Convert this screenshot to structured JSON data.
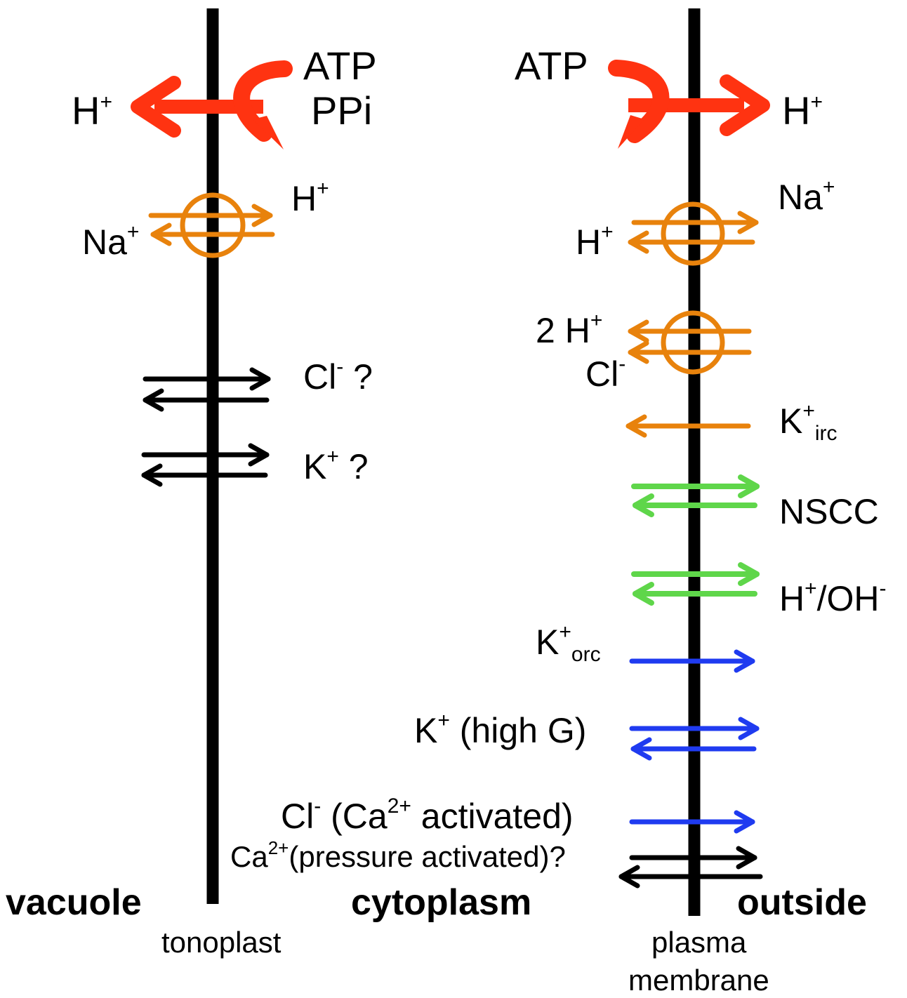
{
  "diagram": {
    "compartments": {
      "left": "vacuole",
      "middle": "cytoplasm",
      "right": "outside"
    },
    "membranes": {
      "left": "tonoplast",
      "right_line1": "plasma",
      "right_line2": "membrane"
    },
    "tonoplast": {
      "pump_substrate_1": "ATP",
      "pump_substrate_2": "PPi",
      "pump_ion": "H",
      "antiport_ion_out": "H",
      "antiport_ion_in": "Na",
      "channel_1_ion": "Cl",
      "channel_1_q": "?",
      "channel_2_ion": "K",
      "channel_2_q": "?"
    },
    "plasma_membrane": {
      "pump_substrate": "ATP",
      "pump_ion": "H",
      "antiport_ion_out": "Na",
      "antiport_ion_in": "H",
      "symport_ion_1": "2 H",
      "symport_ion_2": "Cl",
      "k_irc": "K",
      "k_irc_sub": "irc",
      "nscc": "NSCC",
      "h_oh_a": "H",
      "h_oh_b": "/OH",
      "k_orc": "K",
      "k_orc_sub": "orc",
      "k_high_g_ion": "K",
      "k_high_g_text": " (high G)",
      "cl_ca_ion": "Cl",
      "cl_ca_text": " (Ca",
      "cl_ca_text2": " activated)",
      "ca_pressure_ion": "Ca",
      "ca_pressure_text": "(pressure activated)?"
    },
    "charges": {
      "plus": "+",
      "minus": "-",
      "two_plus": "2+"
    },
    "colors": {
      "pump": "#ff3311",
      "transporter": "#e8820c",
      "channel_green": "#5fd64a",
      "channel_blue": "#1f3bf0",
      "black": "#000000"
    }
  }
}
